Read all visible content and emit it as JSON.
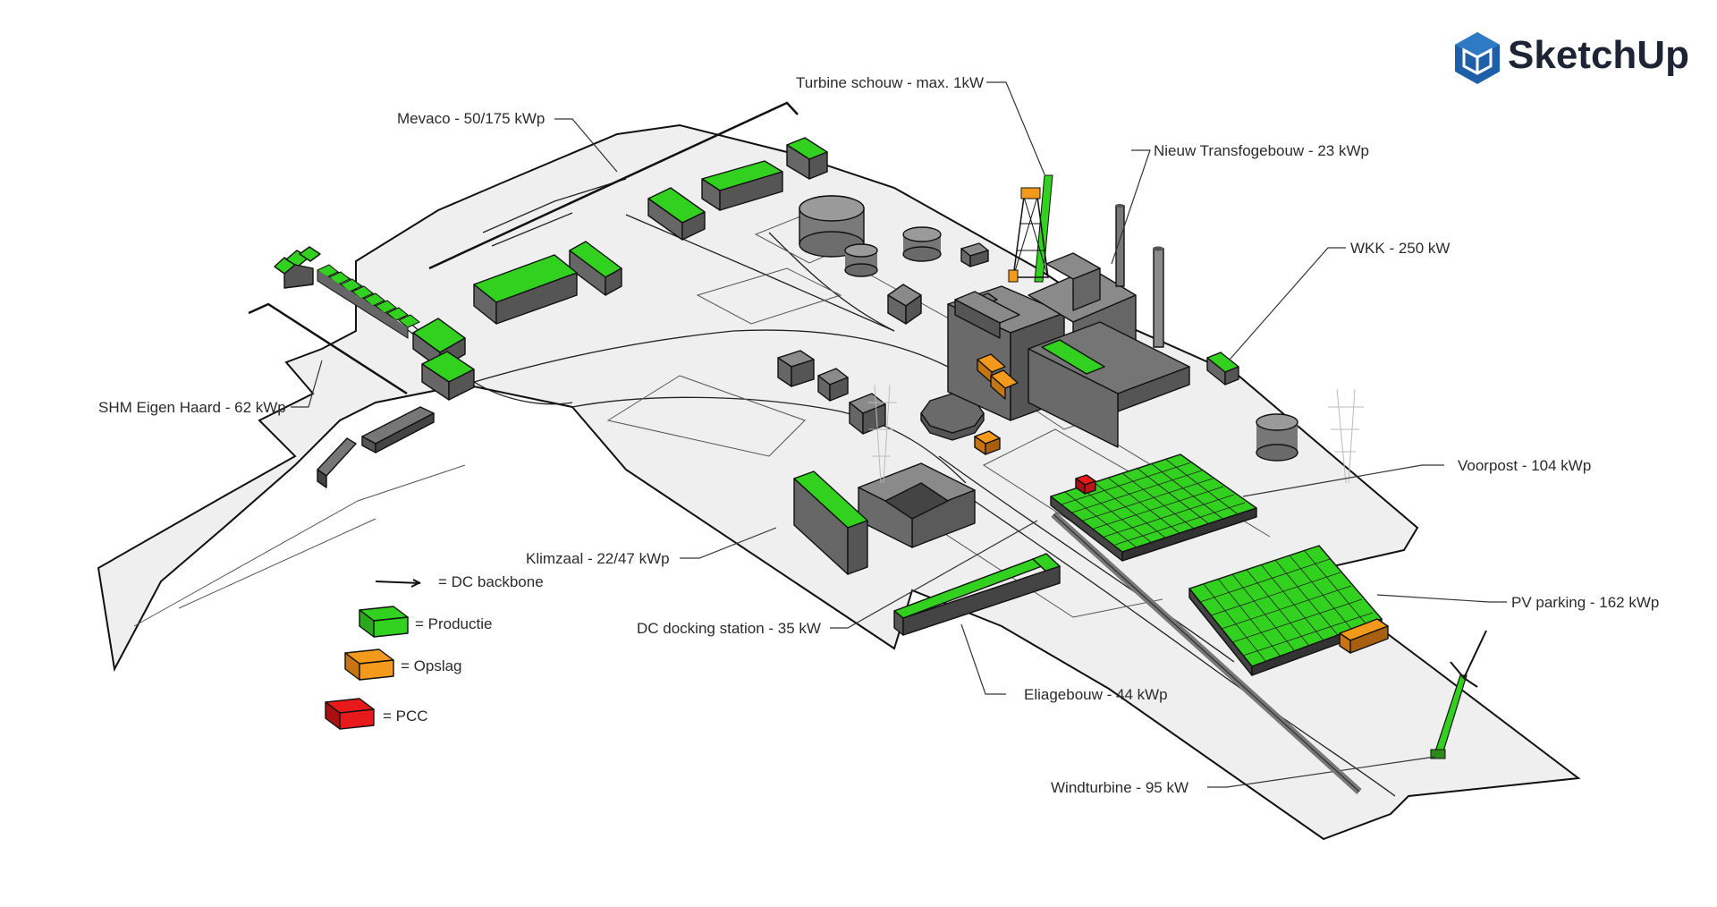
{
  "brand": {
    "name": "SketchUp"
  },
  "labels": {
    "mevaco": "Mevaco - 50/175 kWp",
    "turbine_schouw": "Turbine schouw - max. 1kW",
    "nieuw_transfo": "Nieuw Transfogebouw - 23 kWp",
    "wkk": "WKK - 250 kW",
    "shm": "SHM Eigen Haard - 62 kWp",
    "voorpost": "Voorpost - 104 kWp",
    "klimzaal": "Klimzaal - 22/47 kWp",
    "pv_parking": "PV parking - 162 kWp",
    "dc_docking": "DC docking station - 35 kW",
    "eliagebouw": "Eliagebouw - 44 kWp",
    "windturbine": "Windturbine - 95 kW"
  },
  "legend": {
    "dc_backbone": "= DC backbone",
    "productie": "= Productie",
    "opslag": "= Opslag",
    "pcc": "= PCC"
  },
  "colors": {
    "productie": "#33d11f",
    "opslag": "#f39a1c",
    "pcc": "#e8191b",
    "building_gray": "#6b6b6b",
    "ground": "#efefef",
    "brand": "#1f5fa8"
  }
}
